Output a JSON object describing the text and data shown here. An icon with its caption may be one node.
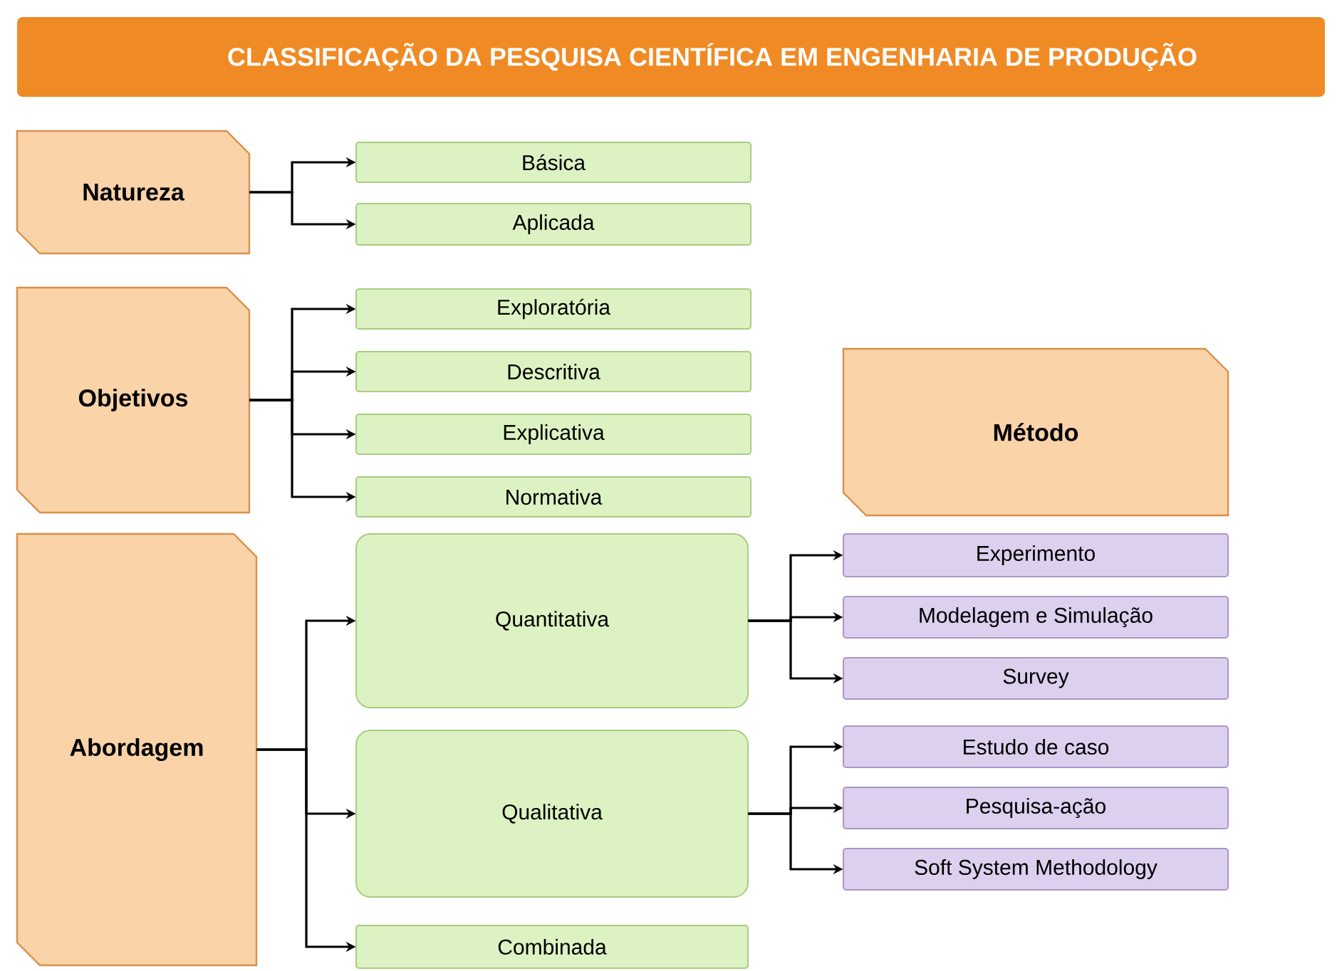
{
  "diagram": {
    "title": "CLASSIFICAÇÃO DA PESQUISA CIENTÍFICA EM ENGENHARIA DE PRODUÇÃO",
    "nodes": [
      {
        "text": [
          "Natureza"
        ]
      },
      {
        "text": [
          "Básica"
        ]
      },
      {
        "text": [
          "Aplicada"
        ]
      },
      {
        "text": [
          "Objetivos"
        ]
      },
      {
        "text": [
          "Exploratória"
        ]
      },
      {
        "text": [
          "Descritiva"
        ]
      },
      {
        "text": [
          "Explicativa"
        ]
      },
      {
        "text": [
          "Normativa"
        ]
      },
      {
        "text": [
          "Método"
        ]
      },
      {
        "text": [
          "Abordagem"
        ]
      },
      {
        "text": [
          "Quantitativa"
        ]
      },
      {
        "text": [
          "Experimento"
        ]
      },
      {
        "text": [
          "Modelagem e Simulação"
        ]
      },
      {
        "text": [
          "Survey"
        ]
      },
      {
        "text": [
          "Qualitativa"
        ]
      },
      {
        "text": [
          "Estudo de caso"
        ]
      },
      {
        "text": [
          "Pesquisa-ação"
        ]
      },
      {
        "text": [
          "Soft System Methodology"
        ]
      },
      {
        "text": [
          "Combinada"
        ]
      }
    ],
    "edges": [
      {
        "from": 0,
        "to": 1,
        "arrow": "to"
      },
      {
        "from": 0,
        "to": 2,
        "arrow": "to"
      },
      {
        "from": 3,
        "to": 4,
        "arrow": "to"
      },
      {
        "from": 3,
        "to": 5,
        "arrow": "to"
      },
      {
        "from": 3,
        "to": 6,
        "arrow": "to"
      },
      {
        "from": 3,
        "to": 7,
        "arrow": "to"
      },
      {
        "from": 9,
        "to": 10,
        "arrow": "to"
      },
      {
        "from": 9,
        "to": 14,
        "arrow": "to"
      },
      {
        "from": 9,
        "to": 18,
        "arrow": "to"
      },
      {
        "from": 10,
        "to": 11,
        "arrow": "to"
      },
      {
        "from": 10,
        "to": 12,
        "arrow": "to"
      },
      {
        "from": 10,
        "to": 13,
        "arrow": "to"
      },
      {
        "from": 14,
        "to": 15,
        "arrow": "to"
      },
      {
        "from": 14,
        "to": 16,
        "arrow": "to"
      },
      {
        "from": 14,
        "to": 17,
        "arrow": "to"
      }
    ]
  }
}
